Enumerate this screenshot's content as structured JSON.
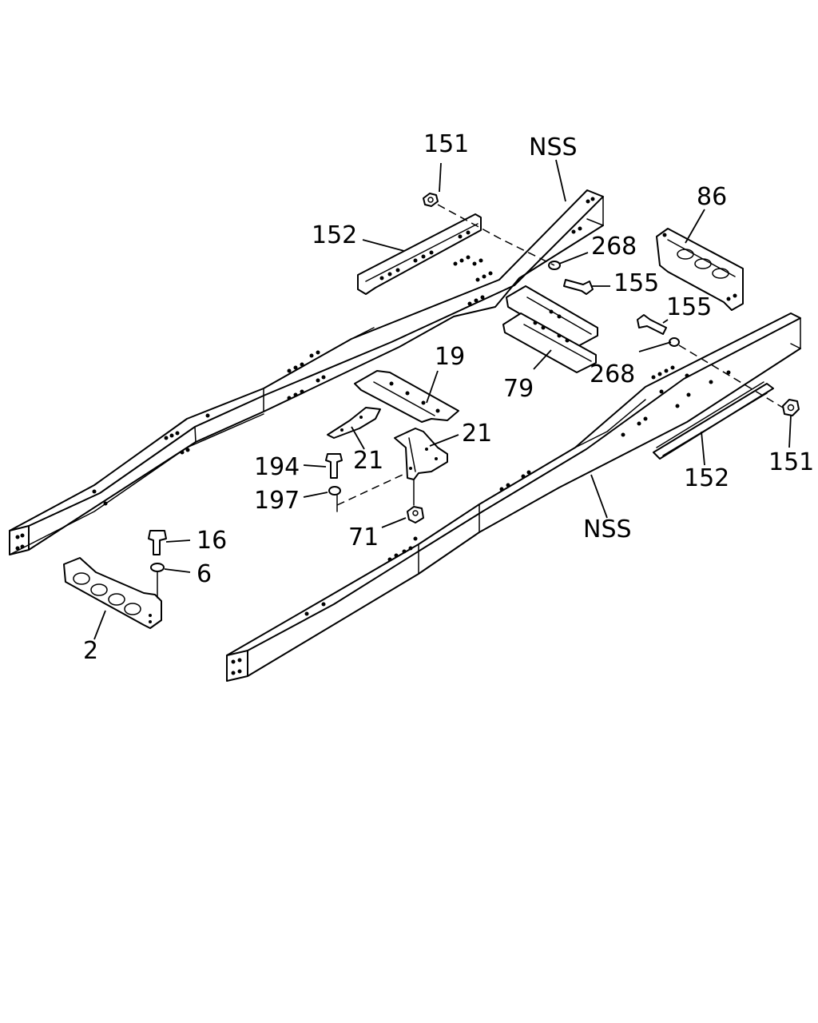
{
  "diagram": {
    "callouts": {
      "c151_top": "151",
      "nss_top": "NSS",
      "c86": "86",
      "c152_top": "152",
      "c268_top": "268",
      "c155_top": "155",
      "c155_right": "155",
      "c19": "19",
      "c268_right": "268",
      "c79": "79",
      "c21_left": "21",
      "c21_right": "21",
      "c194": "194",
      "c197": "197",
      "c151_right": "151",
      "c71": "71",
      "c152_bottom": "152",
      "nss_bottom": "NSS",
      "c16": "16",
      "c6": "6",
      "c2": "2"
    }
  }
}
